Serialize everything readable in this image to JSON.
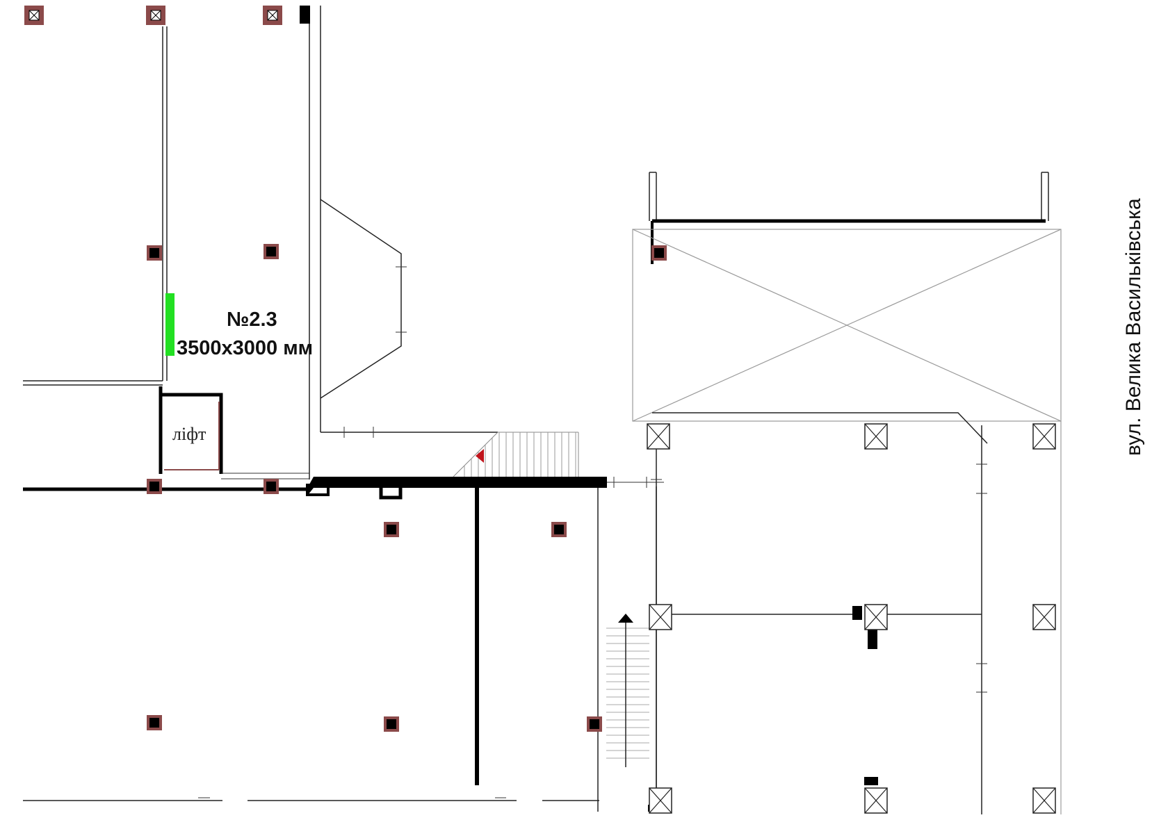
{
  "room": {
    "number": "№2.3",
    "size": "3500х3000 мм"
  },
  "lift": {
    "label": "ліфт"
  },
  "street": {
    "label": "вул. Велика Васильківська"
  },
  "colors": {
    "column_fill": "#000000",
    "column_border": "#8b4a4a",
    "highlight": "#22e022",
    "arrow_red": "#c0141c",
    "line": "#222222"
  },
  "icons": {
    "column": "square-column-icon",
    "crossed_column": "crossed-box-icon",
    "direction_arrow": "arrow-icon"
  }
}
